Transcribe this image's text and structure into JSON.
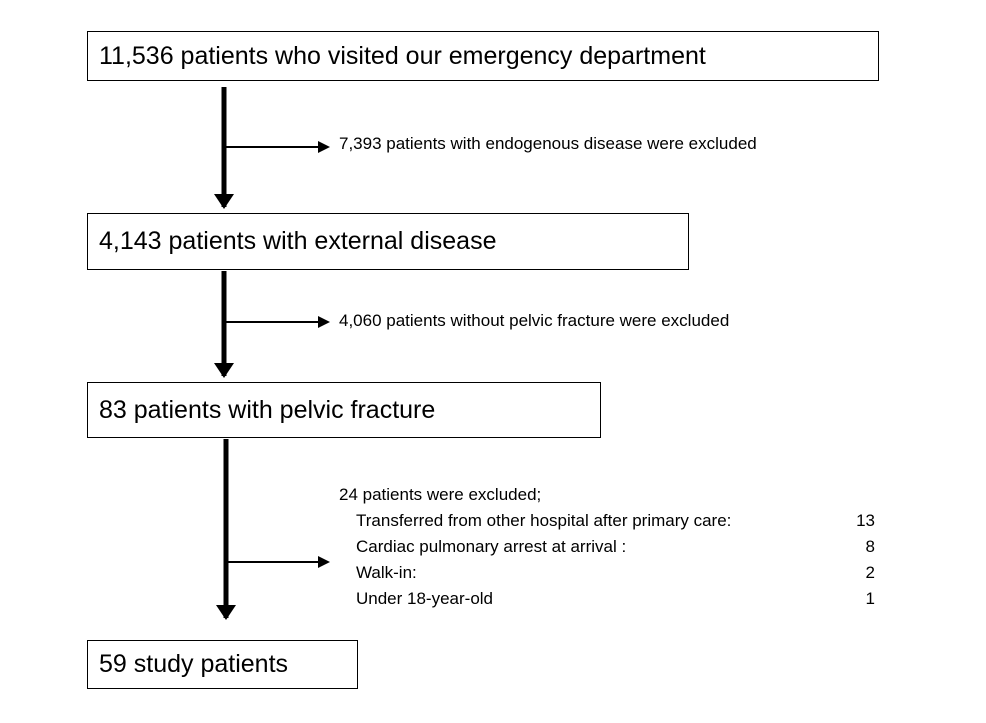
{
  "boxes": [
    {
      "text": "11,536 patients who visited our emergency department"
    },
    {
      "text": "4,143 patients with external disease"
    },
    {
      "text": "83 patients with pelvic fracture"
    },
    {
      "text": "59 study patients"
    }
  ],
  "exclusions": [
    {
      "text": "7,393 patients with endogenous disease were excluded"
    },
    {
      "text": "4,060 patients without pelvic fracture were excluded"
    },
    {
      "text": "24 patients were excluded;",
      "reasons": [
        {
          "label": "Transferred from other hospital after primary care:",
          "count": "13"
        },
        {
          "label": "Cardiac pulmonary arrest at arrival :",
          "count": "8"
        },
        {
          "label": "Walk-in:",
          "count": "2"
        },
        {
          "label": "Under 18-year-old",
          "count": "1"
        }
      ]
    }
  ]
}
